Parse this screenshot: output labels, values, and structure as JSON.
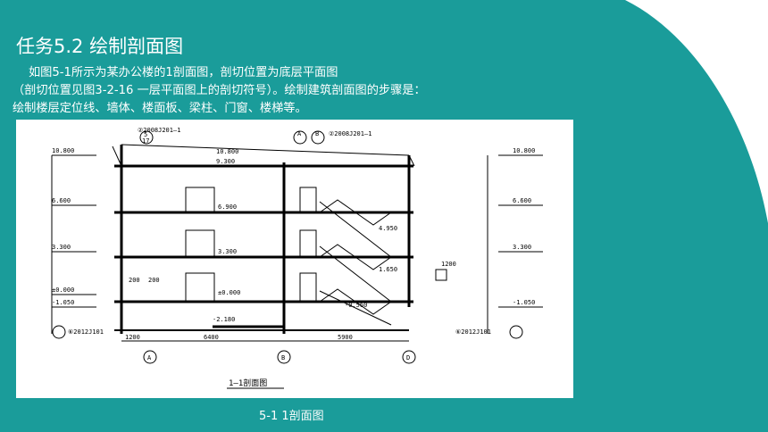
{
  "slide": {
    "title": "任务5.2  绘制剖面图",
    "paragraph_lines": [
      "如图5-1所示为某办公楼的1剖面图，剖切位置为底层平面图",
      "（剖切位置见图3-2-16 一层平面图上的剖切符号）。绘制建筑剖面图的步骤是：",
      "绘制楼层定位线、墙体、楼面板、梁柱、门窗、楼梯等。"
    ],
    "caption": "5-1  1剖面图"
  },
  "drawing": {
    "ref_top_left": "②2008J201—1",
    "ref_top_left_num": "5",
    "ref_top_left_den": "17",
    "ref_top_mid": "A",
    "ref_top_mid_den": "B",
    "ref_top_right": "②2008J201—1",
    "ref_bottom_left": "⑥2012J101",
    "ref_bottom_right": "⑥2012J101",
    "elev_left": [
      "10.800",
      "6.600",
      "3.300",
      "±0.000",
      "-1.050"
    ],
    "elev_right": [
      "10.800",
      "6.600",
      "3.300",
      "-1.050"
    ],
    "elev_inner": [
      "10.800",
      "9.300",
      "6.900",
      "3.300",
      "±0.000",
      "-2.180",
      "4.950",
      "1.650",
      "-0.560"
    ],
    "dims_bottom": [
      "1200",
      "6400",
      "5900"
    ],
    "dims_mid": [
      "200",
      "200"
    ],
    "dim_right": "1200",
    "axes": [
      "A",
      "B",
      "D"
    ],
    "section_title": "1—1剖面图"
  }
}
